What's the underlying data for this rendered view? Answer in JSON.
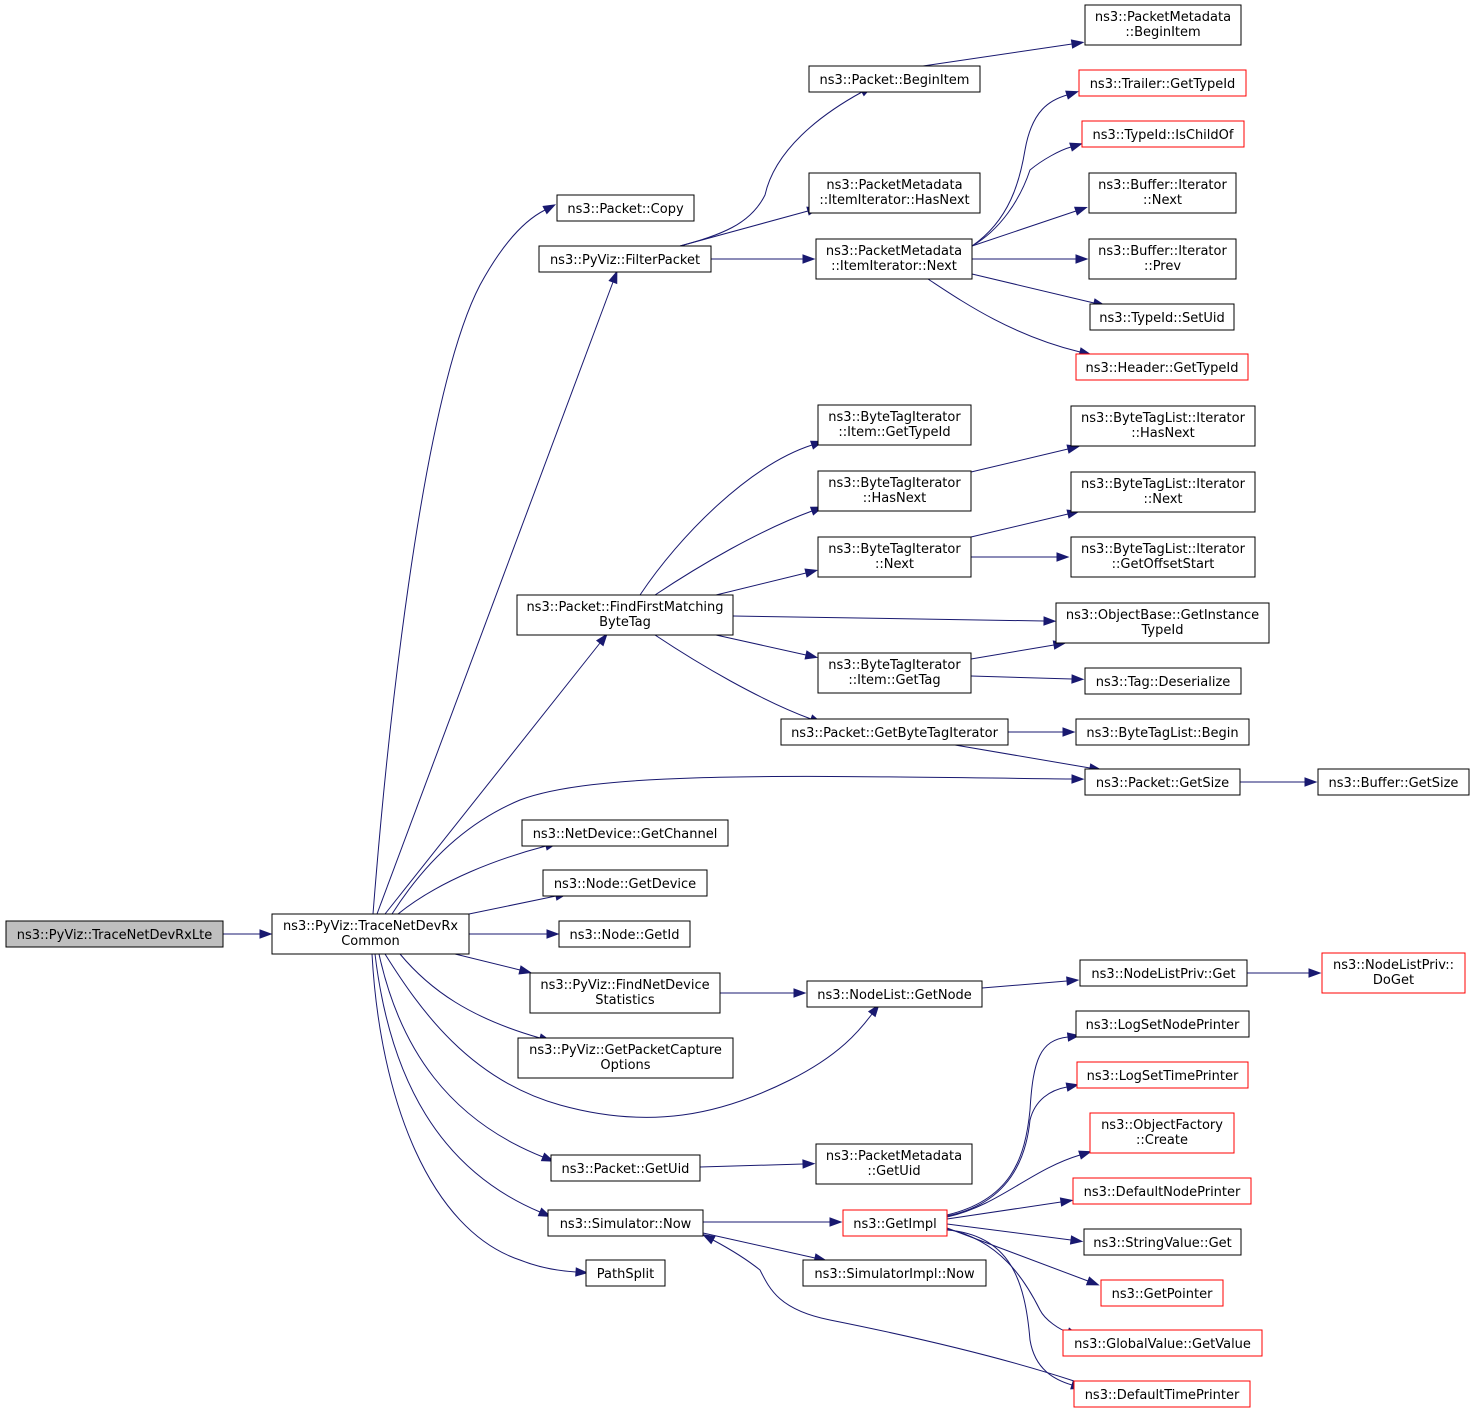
{
  "diagram": {
    "colors": {
      "edge": "#191970",
      "normal_border": "#000000",
      "truncated_border": "#ff0000",
      "root_fill": "#bfbfbf",
      "node_fill": "#ffffff"
    },
    "nodes": [
      {
        "id": "root",
        "lines": [
          "ns3::PyViz::TraceNetDevRxLte"
        ],
        "style": "root"
      },
      {
        "id": "common",
        "lines": [
          "ns3::PyViz::TraceNetDevRx",
          "Common"
        ],
        "style": "normal"
      },
      {
        "id": "pcopy",
        "lines": [
          "ns3::Packet::Copy"
        ],
        "style": "normal"
      },
      {
        "id": "filter",
        "lines": [
          "ns3::PyViz::FilterPacket"
        ],
        "style": "normal"
      },
      {
        "id": "pbegin",
        "lines": [
          "ns3::Packet::BeginItem"
        ],
        "style": "normal"
      },
      {
        "id": "pmbegin",
        "lines": [
          "ns3::PacketMetadata",
          "::BeginItem"
        ],
        "style": "normal"
      },
      {
        "id": "pmhasnext",
        "lines": [
          "ns3::PacketMetadata",
          "::ItemIterator::HasNext"
        ],
        "style": "normal"
      },
      {
        "id": "pmnext",
        "lines": [
          "ns3::PacketMetadata",
          "::ItemIterator::Next"
        ],
        "style": "normal"
      },
      {
        "id": "trailer",
        "lines": [
          "ns3::Trailer::GetTypeId"
        ],
        "style": "truncated"
      },
      {
        "id": "ischild",
        "lines": [
          "ns3::TypeId::IsChildOf"
        ],
        "style": "truncated"
      },
      {
        "id": "bufnext",
        "lines": [
          "ns3::Buffer::Iterator",
          "::Next"
        ],
        "style": "normal"
      },
      {
        "id": "bufprev",
        "lines": [
          "ns3::Buffer::Iterator",
          "::Prev"
        ],
        "style": "normal"
      },
      {
        "id": "setuid",
        "lines": [
          "ns3::TypeId::SetUid"
        ],
        "style": "normal"
      },
      {
        "id": "header",
        "lines": [
          "ns3::Header::GetTypeId"
        ],
        "style": "truncated"
      },
      {
        "id": "btitype",
        "lines": [
          "ns3::ByteTagIterator",
          "::Item::GetTypeId"
        ],
        "style": "normal"
      },
      {
        "id": "btihasnext",
        "lines": [
          "ns3::ByteTagIterator",
          "::HasNext"
        ],
        "style": "normal"
      },
      {
        "id": "btinext",
        "lines": [
          "ns3::ByteTagIterator",
          "::Next"
        ],
        "style": "normal"
      },
      {
        "id": "btlhasnext",
        "lines": [
          "ns3::ByteTagList::Iterator",
          "::HasNext"
        ],
        "style": "normal"
      },
      {
        "id": "btlnext",
        "lines": [
          "ns3::ByteTagList::Iterator",
          "::Next"
        ],
        "style": "normal"
      },
      {
        "id": "btloffset",
        "lines": [
          "ns3::ByteTagList::Iterator",
          "::GetOffsetStart"
        ],
        "style": "normal"
      },
      {
        "id": "findfirst",
        "lines": [
          "ns3::Packet::FindFirstMatching",
          "ByteTag"
        ],
        "style": "normal"
      },
      {
        "id": "objbase",
        "lines": [
          "ns3::ObjectBase::GetInstance",
          "TypeId"
        ],
        "style": "normal"
      },
      {
        "id": "btigettag",
        "lines": [
          "ns3::ByteTagIterator",
          "::Item::GetTag"
        ],
        "style": "normal"
      },
      {
        "id": "tagdeser",
        "lines": [
          "ns3::Tag::Deserialize"
        ],
        "style": "normal"
      },
      {
        "id": "getbti",
        "lines": [
          "ns3::Packet::GetByteTagIterator"
        ],
        "style": "normal"
      },
      {
        "id": "btlbegin",
        "lines": [
          "ns3::ByteTagList::Begin"
        ],
        "style": "normal"
      },
      {
        "id": "pgetsize",
        "lines": [
          "ns3::Packet::GetSize"
        ],
        "style": "normal"
      },
      {
        "id": "bufgetsize",
        "lines": [
          "ns3::Buffer::GetSize"
        ],
        "style": "normal"
      },
      {
        "id": "getchannel",
        "lines": [
          "ns3::NetDevice::GetChannel"
        ],
        "style": "normal"
      },
      {
        "id": "getdevice",
        "lines": [
          "ns3::Node::GetDevice"
        ],
        "style": "normal"
      },
      {
        "id": "getid",
        "lines": [
          "ns3::Node::GetId"
        ],
        "style": "normal"
      },
      {
        "id": "findnetdev",
        "lines": [
          "ns3::PyViz::FindNetDevice",
          "Statistics"
        ],
        "style": "normal"
      },
      {
        "id": "getnode",
        "lines": [
          "ns3::NodeList::GetNode"
        ],
        "style": "normal"
      },
      {
        "id": "nlpget",
        "lines": [
          "ns3::NodeListPriv::Get"
        ],
        "style": "normal"
      },
      {
        "id": "nlpdoget",
        "lines": [
          "ns3::NodeListPriv::",
          "DoGet"
        ],
        "style": "truncated"
      },
      {
        "id": "getcapture",
        "lines": [
          "ns3::PyViz::GetPacketCapture",
          "Options"
        ],
        "style": "normal"
      },
      {
        "id": "logsetnode",
        "lines": [
          "ns3::LogSetNodePrinter"
        ],
        "style": "normal"
      },
      {
        "id": "logsettime",
        "lines": [
          "ns3::LogSetTimePrinter"
        ],
        "style": "truncated"
      },
      {
        "id": "objfactory",
        "lines": [
          "ns3::ObjectFactory",
          "::Create"
        ],
        "style": "truncated"
      },
      {
        "id": "pgetuid",
        "lines": [
          "ns3::Packet::GetUid"
        ],
        "style": "normal"
      },
      {
        "id": "pmgetuid",
        "lines": [
          "ns3::PacketMetadata",
          "::GetUid"
        ],
        "style": "normal"
      },
      {
        "id": "defnode",
        "lines": [
          "ns3::DefaultNodePrinter"
        ],
        "style": "truncated"
      },
      {
        "id": "simnow",
        "lines": [
          "ns3::Simulator::Now"
        ],
        "style": "normal"
      },
      {
        "id": "getimpl",
        "lines": [
          "ns3::GetImpl"
        ],
        "style": "truncated"
      },
      {
        "id": "strget",
        "lines": [
          "ns3::StringValue::Get"
        ],
        "style": "normal"
      },
      {
        "id": "simimplnow",
        "lines": [
          "ns3::SimulatorImpl::Now"
        ],
        "style": "normal"
      },
      {
        "id": "pathsplit",
        "lines": [
          "PathSplit"
        ],
        "style": "normal"
      },
      {
        "id": "getpointer",
        "lines": [
          "ns3::GetPointer"
        ],
        "style": "truncated"
      },
      {
        "id": "gvgetvalue",
        "lines": [
          "ns3::GlobalValue::GetValue"
        ],
        "style": "truncated"
      },
      {
        "id": "deftime",
        "lines": [
          "ns3::DefaultTimePrinter"
        ],
        "style": "truncated"
      }
    ]
  }
}
